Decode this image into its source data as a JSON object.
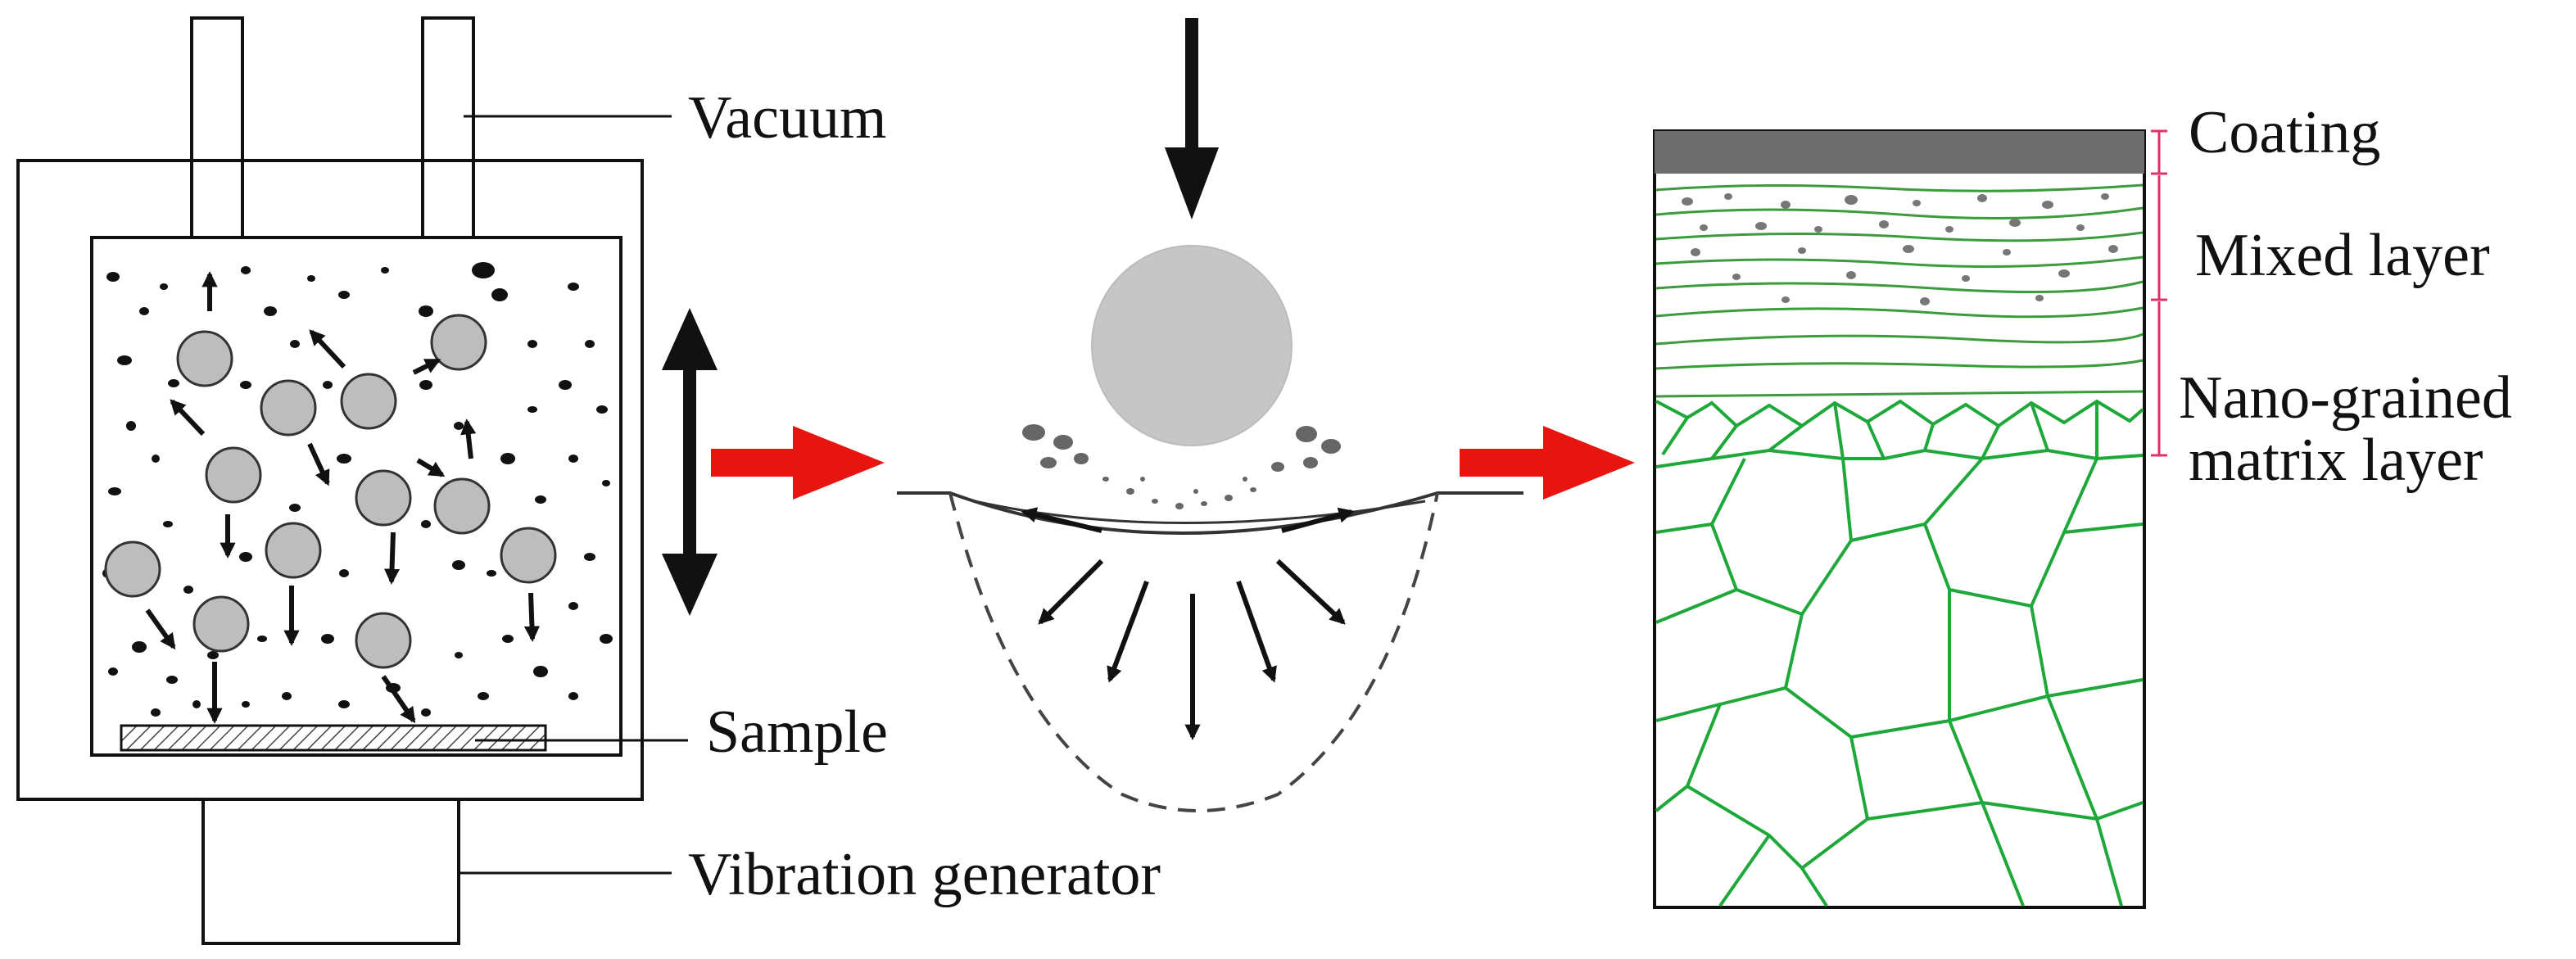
{
  "labels": {
    "vacuum": "Vacuum",
    "sample": "Sample",
    "vibration_generator": "Vibration generator",
    "coating": "Coating",
    "mixed_layer": "Mixed layer",
    "nano_grained_line1": "Nano-grained",
    "nano_grained_line2": "matrix layer"
  },
  "colors": {
    "line": "#111111",
    "ball": "#bdbdbd",
    "coating": "#6d6d6d",
    "grain": "#1fa83a",
    "mixed_line": "#3c9b3c",
    "process_arrow": "#e8140f",
    "bracket": "#e0306a"
  },
  "icons": {
    "vibration_arrow": "double-headed-vertical-arrow",
    "process_arrow": "red-right-arrow",
    "impact_arrow": "down-arrow"
  }
}
